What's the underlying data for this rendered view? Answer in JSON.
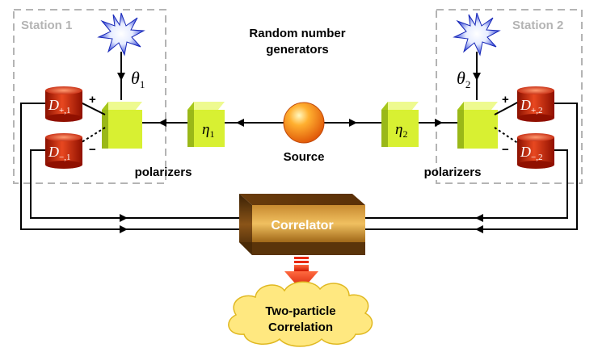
{
  "stations": {
    "left": "Station 1",
    "right": "Station 2"
  },
  "rng": {
    "line1": "Random number",
    "line2": "generators"
  },
  "source": {
    "label": "Source"
  },
  "polarizers": {
    "left_label": "polarizers",
    "right_label": "polarizers"
  },
  "angles": {
    "theta1": {
      "base": "θ",
      "sub": "1"
    },
    "theta2": {
      "base": "θ",
      "sub": "2"
    }
  },
  "filters": {
    "eta1": {
      "base": "η",
      "sub": "1"
    },
    "eta2": {
      "base": "η",
      "sub": "2"
    }
  },
  "detectors": {
    "d_plus_1": {
      "base": "D",
      "sub": "+,1"
    },
    "d_minus_1": {
      "base": "D",
      "sub": "−,1"
    },
    "d_plus_2": {
      "base": "D",
      "sub": "+,2"
    },
    "d_minus_2": {
      "base": "D",
      "sub": "−,2"
    }
  },
  "signs": {
    "plus": "+",
    "minus": "−"
  },
  "correlator": {
    "label": "Correlator"
  },
  "result": {
    "line1": "Two-particle",
    "line2": "Correlation"
  },
  "colors": {
    "station_border": "#b4b4b4",
    "station_text": "#b4b4b4",
    "cube_front": "#d8f032",
    "cube_top": "#eefa90",
    "cube_side": "#a6c61c",
    "detector_red": "#d0200c",
    "source_orange": "#f07010",
    "correlator_brown": "#6a4010",
    "arrow_red": "#e82808",
    "cloud_yellow": "#ffe880",
    "star_blue": "#2030c0"
  }
}
